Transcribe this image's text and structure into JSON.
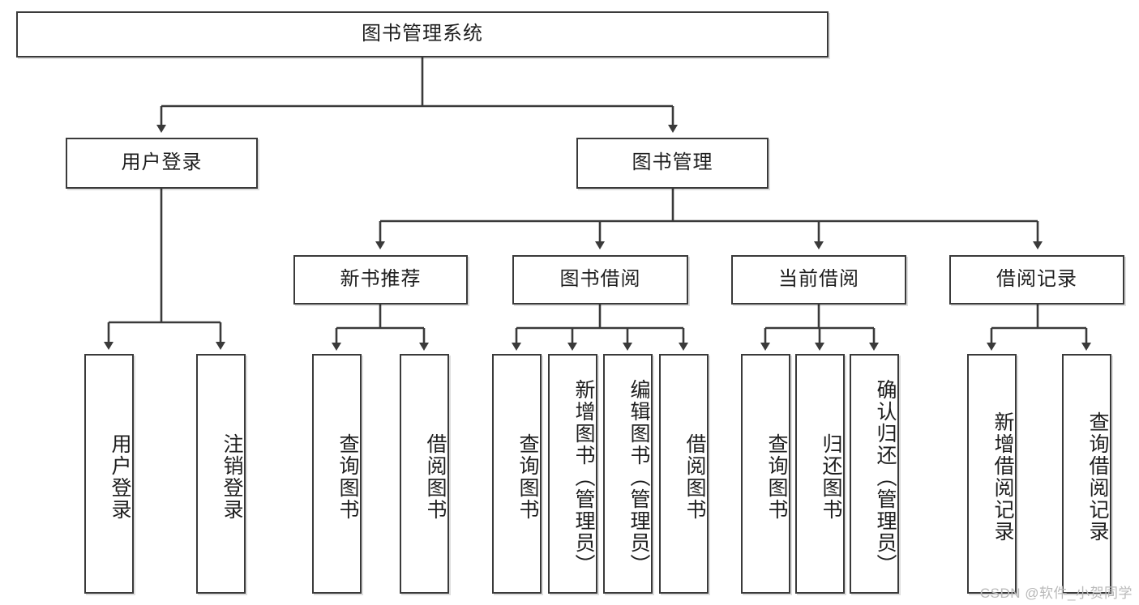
{
  "diagram": {
    "type": "tree-hierarchy",
    "title": "图书管理系统",
    "watermark": "CSDN @软件_小贺同学",
    "colors": {
      "box_border": "#3a3a3a",
      "box_fill": "#ffffff",
      "edge": "#3a3a3a",
      "text": "#1e1e1e",
      "watermark": "#b9b9b9"
    },
    "nodes": {
      "root": {
        "label": "图书管理系统",
        "level": 1,
        "orientation": "horizontal"
      },
      "l2": [
        {
          "id": "user-login",
          "label": "用户登录",
          "level": 2,
          "orientation": "horizontal"
        },
        {
          "id": "book-manage",
          "label": "图书管理",
          "level": 2,
          "orientation": "horizontal"
        }
      ],
      "l3": [
        {
          "id": "new-book-recommend",
          "label": "新书推荐",
          "level": 3,
          "orientation": "horizontal",
          "parent": "book-manage"
        },
        {
          "id": "book-borrow",
          "label": "图书借阅",
          "level": 3,
          "orientation": "horizontal",
          "parent": "book-manage"
        },
        {
          "id": "current-borrow",
          "label": "当前借阅",
          "level": 3,
          "orientation": "horizontal",
          "parent": "book-manage"
        },
        {
          "id": "borrow-record",
          "label": "借阅记录",
          "level": 3,
          "orientation": "horizontal",
          "parent": "book-manage"
        }
      ],
      "leaves": [
        {
          "id": "leaf-user-login",
          "label": "用户登录",
          "parent": "user-login",
          "orientation": "vertical"
        },
        {
          "id": "leaf-logout",
          "label": "注销登录",
          "parent": "user-login",
          "orientation": "vertical"
        },
        {
          "id": "leaf-query-book-1",
          "label": "查询图书",
          "parent": "new-book-recommend",
          "orientation": "vertical"
        },
        {
          "id": "leaf-borrow-book-1",
          "label": "借阅图书",
          "parent": "new-book-recommend",
          "orientation": "vertical"
        },
        {
          "id": "leaf-query-book-2",
          "label": "查询图书",
          "parent": "book-borrow",
          "orientation": "vertical"
        },
        {
          "id": "leaf-add-book",
          "label": "新增图书（管理员）",
          "parent": "book-borrow",
          "orientation": "vertical"
        },
        {
          "id": "leaf-edit-book",
          "label": "编辑图书（管理员）",
          "parent": "book-borrow",
          "orientation": "vertical"
        },
        {
          "id": "leaf-borrow-book-2",
          "label": "借阅图书",
          "parent": "book-borrow",
          "orientation": "vertical"
        },
        {
          "id": "leaf-query-book-3",
          "label": "查询图书",
          "parent": "current-borrow",
          "orientation": "vertical"
        },
        {
          "id": "leaf-return-book",
          "label": "归还图书",
          "parent": "current-borrow",
          "orientation": "vertical"
        },
        {
          "id": "leaf-confirm-return",
          "label": "确认归还（管理员）",
          "parent": "current-borrow",
          "orientation": "vertical"
        },
        {
          "id": "leaf-add-record",
          "label": "新增借阅记录",
          "parent": "borrow-record",
          "orientation": "vertical"
        },
        {
          "id": "leaf-query-record",
          "label": "查询借阅记录",
          "parent": "borrow-record",
          "orientation": "vertical"
        }
      ]
    }
  }
}
